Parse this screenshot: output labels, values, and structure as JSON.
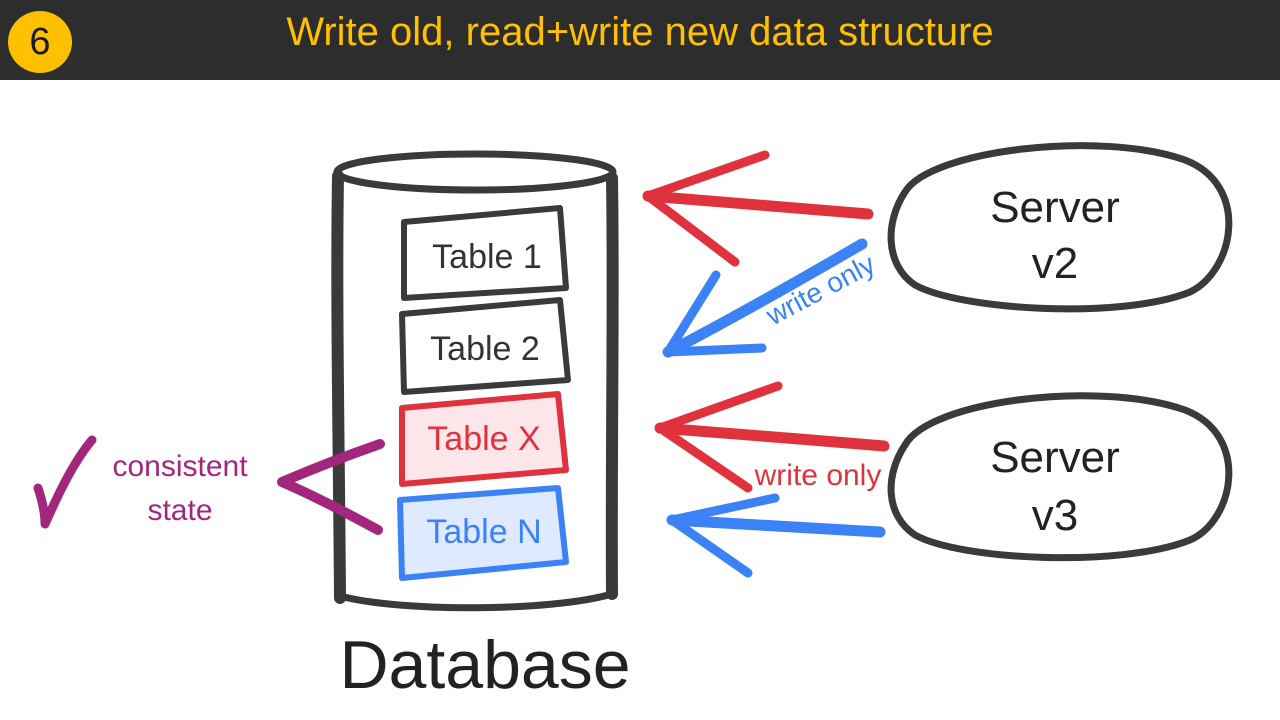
{
  "header": {
    "step_number": "6",
    "title": "Write old, read+write new data structure"
  },
  "database": {
    "label": "Database"
  },
  "tables": [
    {
      "label": "Table 1",
      "state": "old"
    },
    {
      "label": "Table 2",
      "state": "old"
    },
    {
      "label": "Table X",
      "state": "write-only"
    },
    {
      "label": "Table N",
      "state": "read-write"
    }
  ],
  "servers": [
    {
      "line1": "Server",
      "line2": "v2",
      "annotation": "write only"
    },
    {
      "line1": "Server",
      "line2": "v3",
      "annotation": "write only"
    }
  ],
  "consistency": {
    "line1": "consistent",
    "line2": "state"
  },
  "colors": {
    "header_bg": "#2d2d2d",
    "accent": "#ffc000",
    "ink": "#3a3a3a",
    "red": "#e0323c",
    "blue": "#3b82f6",
    "purple": "#a3267d"
  }
}
